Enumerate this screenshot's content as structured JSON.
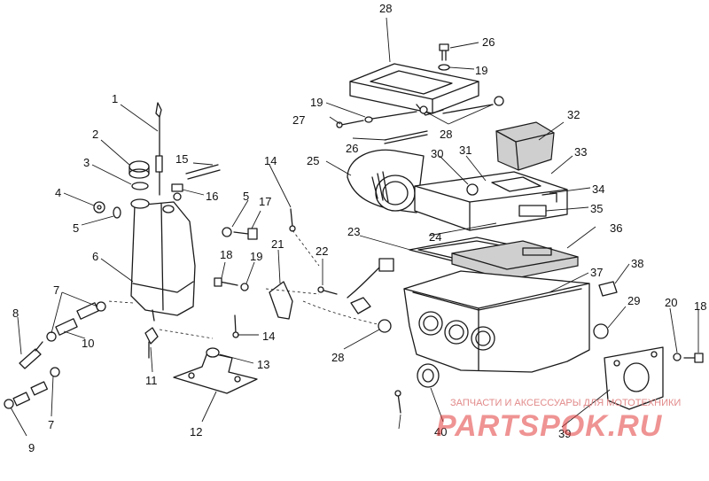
{
  "callouts": [
    "1",
    "2",
    "3",
    "4",
    "5",
    "5",
    "6",
    "7",
    "7",
    "8",
    "9",
    "10",
    "11",
    "12",
    "13",
    "14",
    "14",
    "15",
    "16",
    "17",
    "18",
    "18",
    "19",
    "19",
    "19",
    "20",
    "21",
    "22",
    "23",
    "24",
    "25",
    "26",
    "26",
    "27",
    "28",
    "28",
    "28",
    "29",
    "30",
    "31",
    "32",
    "33",
    "34",
    "35",
    "36",
    "37",
    "38",
    "39",
    "40"
  ],
  "watermark": {
    "text": "ЗАПЧАСТИ И АКСЕССУАРЫ ДЛЯ МОТОТЕХНИКИ",
    "logo": "PARTSPOK.RU",
    "color": "#e23b3b"
  }
}
